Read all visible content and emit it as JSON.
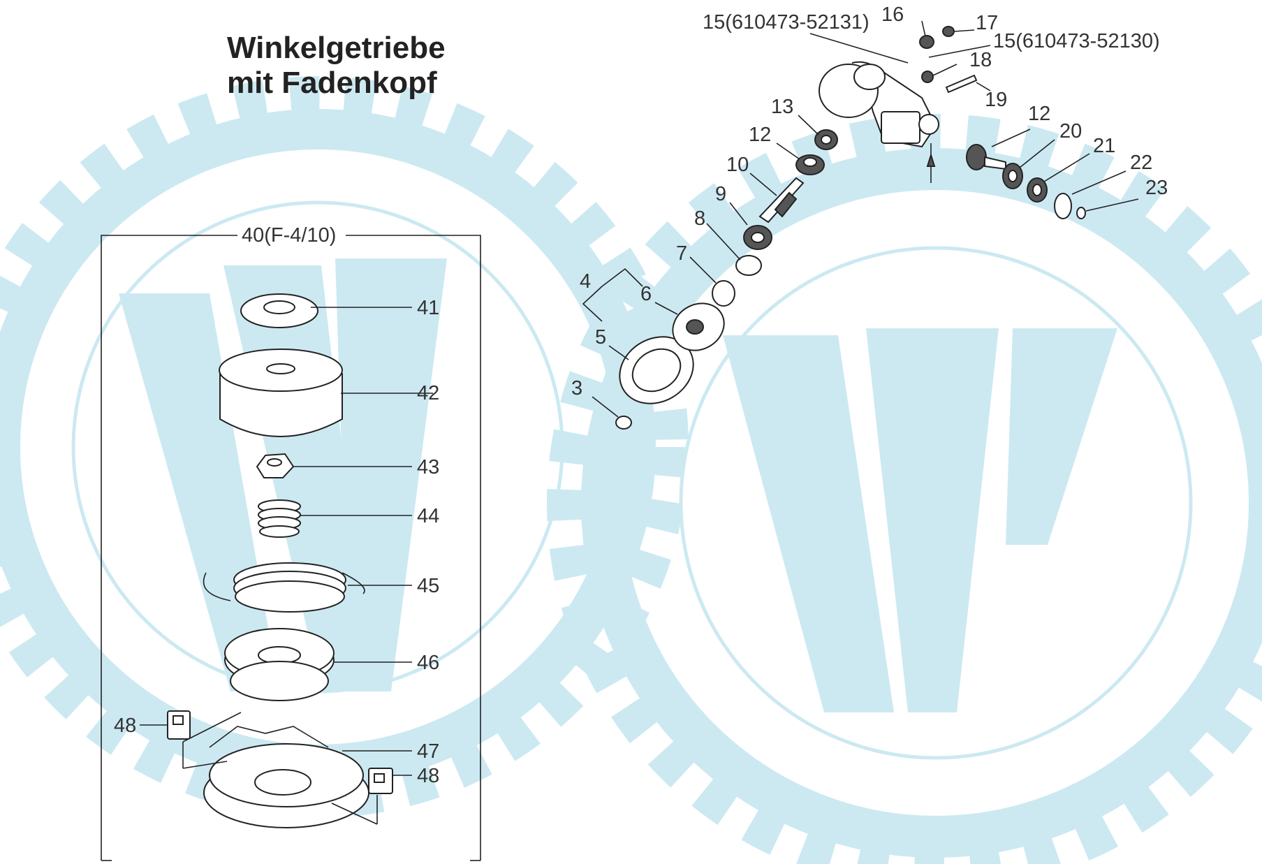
{
  "title": {
    "line1": "Winkelgetriebe",
    "line2": "mit Fadenkopf"
  },
  "watermark": {
    "color": "#cce9f2",
    "logo_letter": "W"
  },
  "group_label": "40(F-4/10)",
  "callouts": {
    "c3": "3",
    "c4": "4",
    "c5": "5",
    "c6": "6",
    "c7": "7",
    "c8": "8",
    "c9": "9",
    "c10": "10",
    "c12a": "12",
    "c12b": "12",
    "c13": "13",
    "c15a": "15(610473-52131)",
    "c15b": "15(610473-52130)",
    "c16": "16",
    "c17": "17",
    "c18": "18",
    "c19": "19",
    "c20": "20",
    "c21": "21",
    "c22": "22",
    "c23": "23",
    "c41": "41",
    "c42": "42",
    "c43": "43",
    "c44": "44",
    "c45": "45",
    "c46": "46",
    "c47": "47",
    "c48a": "48",
    "c48b": "48"
  }
}
